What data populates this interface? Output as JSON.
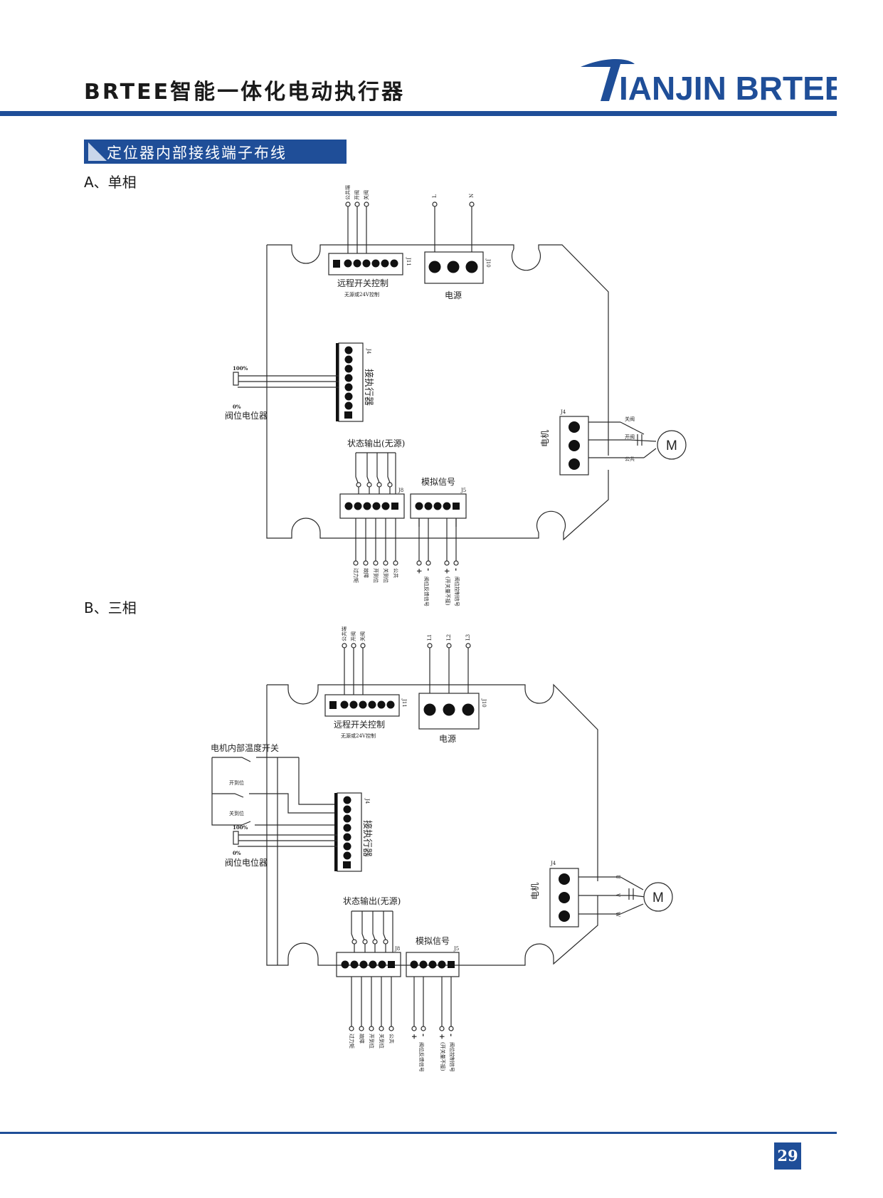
{
  "header": {
    "title": "BRTEE智能一体化电动执行器",
    "logo_text": "IANJIN BRTEE",
    "brand_color": "#1f4e98"
  },
  "section": {
    "title": "定位器内部接线端子布线"
  },
  "diagram_a": {
    "subtitle": "A、单相",
    "remote_labels": [
      "公共端",
      "开阀",
      "关阀"
    ],
    "power_labels": [
      "L",
      "N"
    ],
    "j11": "J11",
    "j10": "J10",
    "j4_side": "J4",
    "j4_motor": "J4",
    "j8": "J8",
    "j5": "J5",
    "remote_caption": "远程开关控制",
    "remote_sub": "无源或24V控制",
    "power_caption": "电源",
    "actuator_caption": "接执行器",
    "pot_top": "100%",
    "pot_bottom": "0%",
    "pot_caption": "阀位电位器",
    "motor_box_label": "电机",
    "motor_labels": [
      "关阀",
      "开阀",
      "公共"
    ],
    "motor_symbol": "M",
    "status_caption": "状态输出(无源)",
    "analog_caption": "模拟信号",
    "bottom_labels": [
      "过力矩",
      "故障",
      "开到位",
      "关到位",
      "公共"
    ],
    "signal_plus_minus": [
      "+",
      "-",
      "+",
      "-"
    ],
    "signal_feedback": "阀位反馈信号",
    "signal_control": "阀位控制信号",
    "signal_control_note": "(开关量不接)"
  },
  "diagram_b": {
    "subtitle": "B、三相",
    "remote_labels": [
      "公共端",
      "开阀",
      "关阀"
    ],
    "power_labels": [
      "L1",
      "L2",
      "L3"
    ],
    "j11": "J11",
    "j10": "J10",
    "j4_side": "J4",
    "j4_motor": "J4",
    "j8": "J8",
    "j5": "J5",
    "remote_caption": "远程开关控制",
    "remote_sub": "无源或24V控制",
    "power_caption": "电源",
    "actuator_caption": "接执行器",
    "temp_switch": "电机内部温度开关",
    "open_pos": "开到位",
    "close_pos": "关到位",
    "pot_top": "100%",
    "pot_bottom": "0%",
    "pot_caption": "阀位电位器",
    "motor_box_label": "电机",
    "motor_labels": [
      "U",
      "V",
      "W"
    ],
    "motor_symbol": "M",
    "status_caption": "状态输出(无源)",
    "analog_caption": "模拟信号",
    "bottom_labels": [
      "过力矩",
      "故障",
      "开到位",
      "关到位",
      "公共"
    ],
    "signal_plus_minus": [
      "+",
      "-",
      "+",
      "-"
    ],
    "signal_feedback": "阀位反馈信号",
    "signal_control": "阀位控制信号",
    "signal_control_note": "(开关量不接)"
  },
  "footer": {
    "page_number": "29"
  }
}
